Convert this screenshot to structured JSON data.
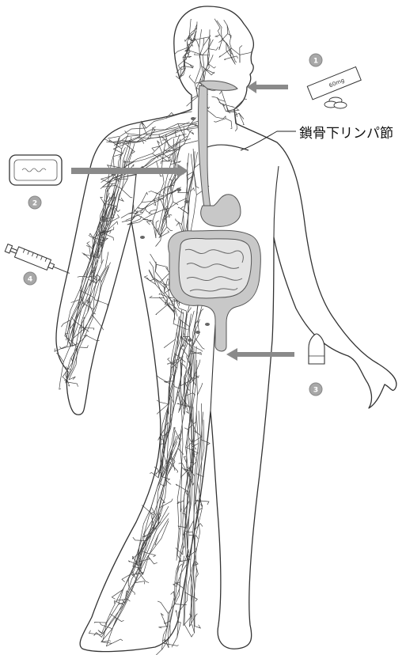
{
  "label": "鎖骨下リンパ節",
  "markers": {
    "oral": "1",
    "patch": "2",
    "suppository": "3",
    "injection": "4"
  },
  "sachet_text": "60mg",
  "colors": {
    "outline": "#333333",
    "vessel": "#444444",
    "digestive_fill": "#c8c8c8",
    "arrow": "#8a8a8a",
    "badge": "#a8a8a8"
  }
}
